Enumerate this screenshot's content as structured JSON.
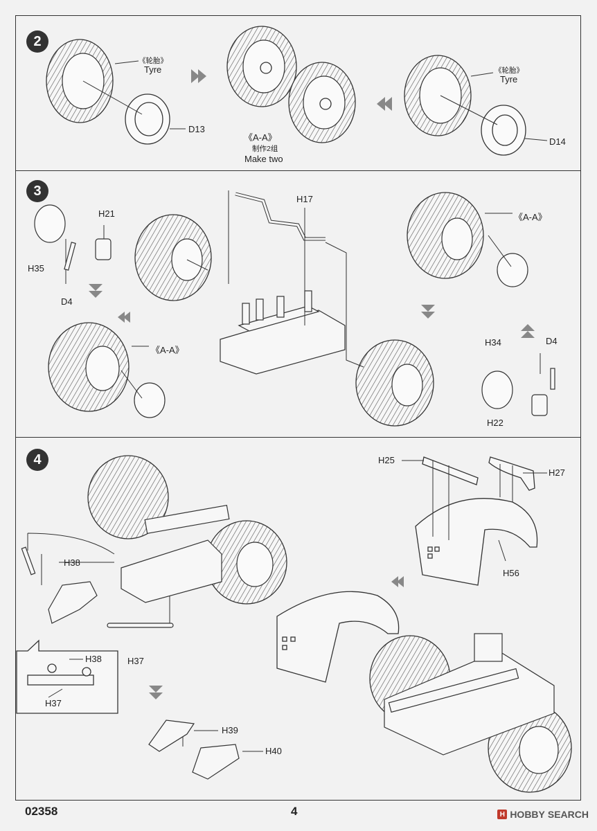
{
  "steps": [
    {
      "number": "2",
      "labels": {
        "tyre1_cn": "《轮胎》",
        "tyre1_en": "Tyre",
        "d13": "D13",
        "aa": "《A-A》",
        "make_cn": "制作2组",
        "make_en": "Make two",
        "tyre2_cn": "《轮胎》",
        "tyre2_en": "Tyre",
        "d14": "D14"
      }
    },
    {
      "number": "3",
      "labels": {
        "h21": "H21",
        "h35": "H35",
        "d4a": "D4",
        "h17": "H17",
        "aa1": "《A-A》",
        "aa2": "《A-A》",
        "h34": "H34",
        "d4b": "D4",
        "h22": "H22"
      }
    },
    {
      "number": "4",
      "labels": {
        "h25": "H25",
        "h27": "H27",
        "h56": "H56",
        "h38a": "H38",
        "h37a": "H37",
        "h38b": "H38",
        "h37b": "H37",
        "h39": "H39",
        "h40": "H40"
      }
    }
  ],
  "footer": {
    "code": "02358",
    "page": "4",
    "watermark_logo": "H",
    "watermark_hobby": "HOBBY",
    "watermark_search": "SEARCH"
  },
  "icons": [
    "arrow-right-icon",
    "arrow-left-icon",
    "arrow-down-icon",
    "arrow-up-icon",
    "tyre-icon",
    "wheel-rim-icon",
    "chassis-icon",
    "fender-icon"
  ]
}
